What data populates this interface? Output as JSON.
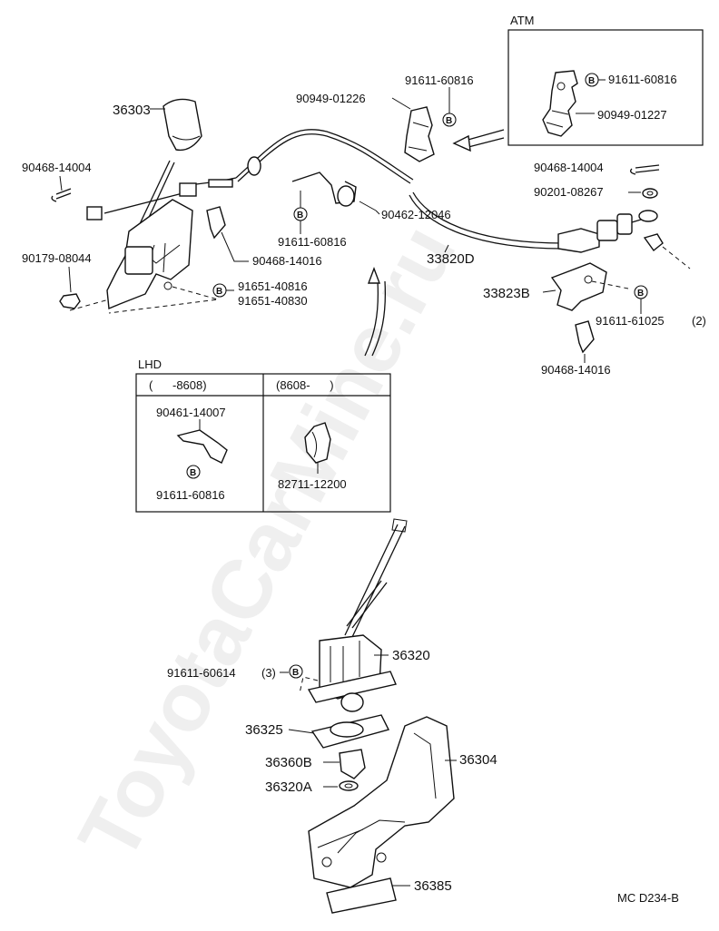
{
  "watermark": "ToyotaCarMine.ru",
  "diagram_code": "MC D234-B",
  "atm_box": {
    "title": "ATM",
    "labels": [
      "91611-60816",
      "90949-01227"
    ]
  },
  "lhd_box": {
    "title": "LHD",
    "col1_header": "(      -8608)",
    "col2_header": "(8608-      )",
    "col1_labels": [
      "90461-14007",
      "91611-60816"
    ],
    "col2_labels": [
      "82711-12200"
    ]
  },
  "b_marker": "B",
  "parts": {
    "p36303": "36303",
    "p90468_14004_left": "90468-14004",
    "p90179": "90179-08044",
    "p90468_14016_left": "90468-14016",
    "p91651_40816": "91651-40816",
    "p91651_40830": "91651-40830",
    "p90949_01226": "90949-01226",
    "p91611_60816_top": "91611-60816",
    "p90462": "90462-12046",
    "p91611_60816_mid": "91611-60816",
    "p33820D": "33820D",
    "p90468_14004_right": "90468-14004",
    "p90201": "90201-08267",
    "p33823B": "33823B",
    "p91611_61025": "91611-61025",
    "p91611_61025_qty": "(2)",
    "p90468_14016_right": "90468-14016",
    "p36320": "36320",
    "p91611_60614": "91611-60614",
    "p91611_60614_qty": "(3)",
    "p36325": "36325",
    "p36360B": "36360B",
    "p36320A": "36320A",
    "p36304": "36304",
    "p36385": "36385"
  }
}
